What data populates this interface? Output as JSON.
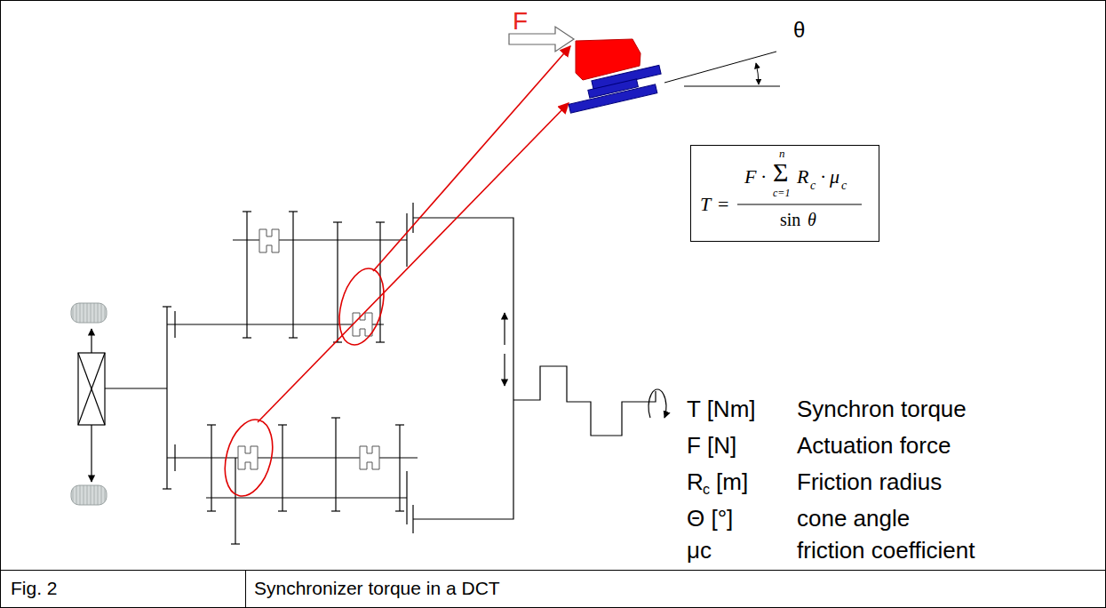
{
  "diagram": {
    "caption": "Synchronizer torque in a DCT",
    "nodes": [
      {
        "text": [
          "T",
          "=",
          "F",
          "·",
          "n",
          "Σ",
          "c=1",
          "R",
          "c",
          "·",
          "μ",
          "c",
          "sin",
          "θ"
        ]
      }
    ],
    "labels": [
      "F",
      "θ",
      "T [Nm]",
      "Synchron torque",
      "F [N]",
      "Actuation force",
      "R",
      "c",
      "[m]",
      "Friction radius",
      "Θ [°]",
      "cone angle",
      "μc",
      "friction coefficient",
      "Fig. 2"
    ]
  }
}
